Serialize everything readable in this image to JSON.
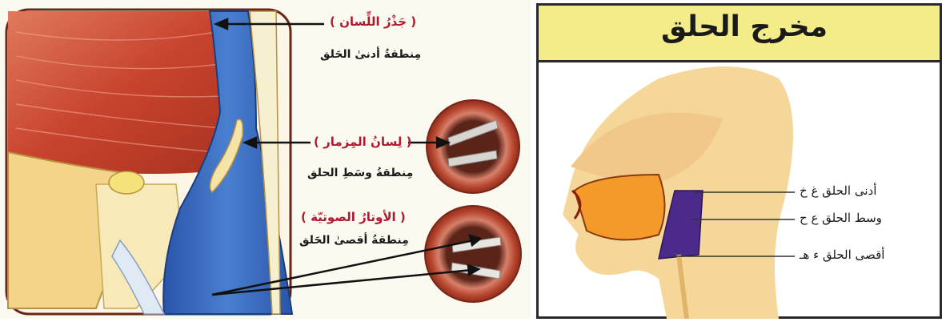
{
  "left": {
    "labels": {
      "root_of_tongue": "( جَذْرُ اللِّسان )",
      "nearest_throat": "مِنطقةُ أدنىٰ الحَلق",
      "epiglottis": "( لِسانُ المِزمار )",
      "middle_throat": "مِنطقةُ وسَطِ الحلق",
      "vocal_cords": "( الأوتارُ الصوتيّة )",
      "deepest_throat": "مِنطقةُ أقصىٰ الحَلق"
    }
  },
  "right": {
    "title": "مخرج الحلق",
    "rows": [
      {
        "label": "أدنى الحلق  غ خ"
      },
      {
        "label": "وسط الحلق  ع ح"
      },
      {
        "label": "أقصى الحلق  ء هـ"
      }
    ]
  },
  "colors": {
    "muscle_red": "#c8432e",
    "throat_blue": "#2f5fb5",
    "skin": "#f3d48a",
    "highlight_red": "#b0182d",
    "title_band": "#f4ec88",
    "zone_purple": "#4b2a8c"
  }
}
